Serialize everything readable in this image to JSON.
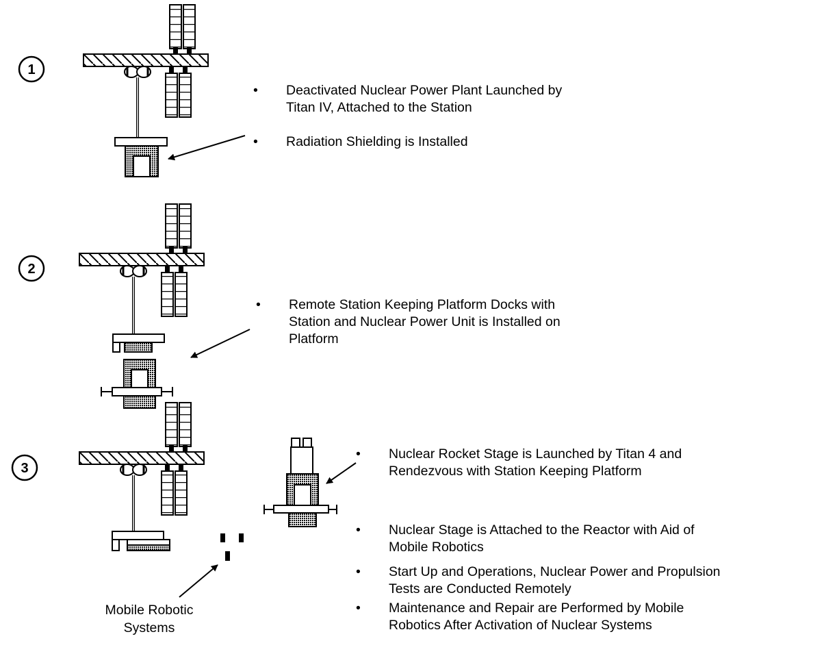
{
  "steps": [
    {
      "number": "1",
      "bullets": [
        "Deactivated Nuclear Power Plant Launched by\nTitan IV, Attached to the Station",
        "Radiation Shielding is Installed"
      ]
    },
    {
      "number": "2",
      "bullets": [
        "Remote Station Keeping Platform Docks with\nStation and Nuclear Power Unit is Installed on\nPlatform"
      ]
    },
    {
      "number": "3",
      "bullets": [
        "Nuclear Rocket Stage is Launched by Titan 4 and\nRendezvous with Station Keeping Platform",
        "Nuclear Stage is Attached to the Reactor with Aid of\nMobile Robotics",
        "Start Up and Operations, Nuclear Power and Propulsion\nTests are Conducted Remotely",
        "Maintenance and Repair are Performed by Mobile\nRobotics After Activation of Nuclear Systems"
      ]
    }
  ],
  "bullet_symbol": "•",
  "robotics_caption": "Mobile Robotic\nSystems",
  "colors": {
    "ink": "#000000",
    "stipple": "#555555",
    "paper": "#ffffff"
  }
}
